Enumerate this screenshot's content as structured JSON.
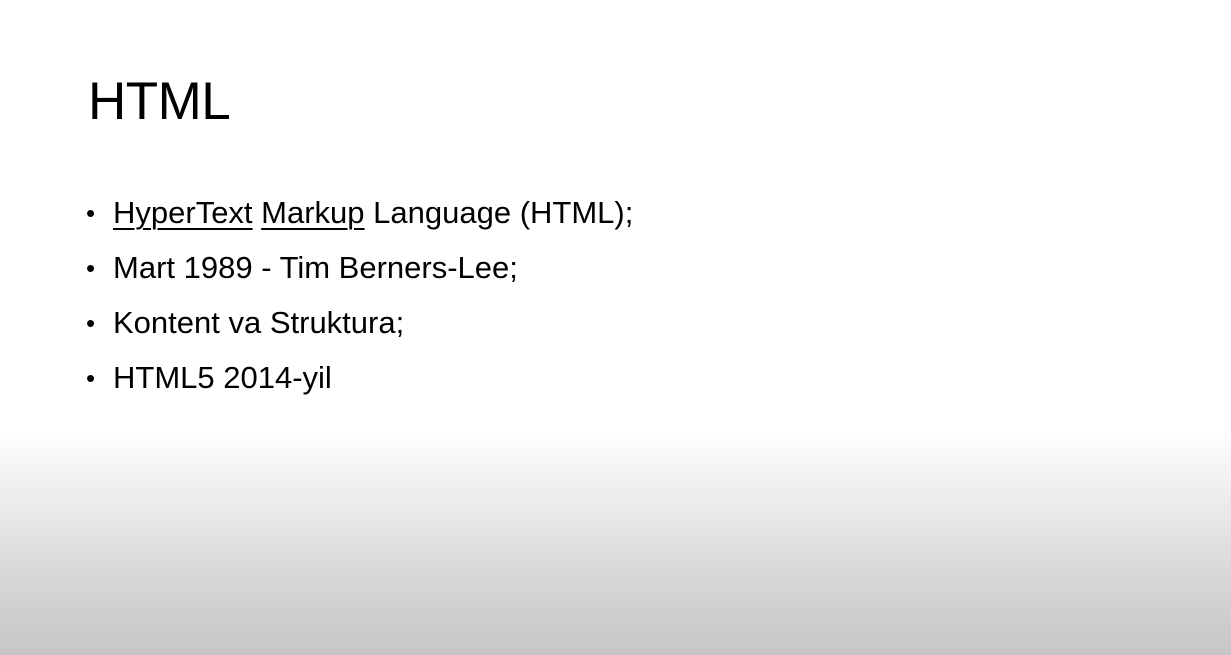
{
  "slide": {
    "title": "HTML",
    "bullet_char": "•",
    "items": [
      {
        "parts": [
          {
            "text": "HyperText",
            "underline": true
          },
          {
            "text": " ",
            "underline": false
          },
          {
            "text": "Markup",
            "underline": true
          },
          {
            "text": " Language (HTML);",
            "underline": false
          }
        ]
      },
      {
        "parts": [
          {
            "text": "Mart 1989 - Tim Berners-Lee;",
            "underline": false
          }
        ]
      },
      {
        "parts": [
          {
            "text": "Kontent va Struktura;",
            "underline": false
          }
        ]
      },
      {
        "parts": [
          {
            "text": "HTML5 2014-yil",
            "underline": false
          }
        ]
      }
    ]
  }
}
